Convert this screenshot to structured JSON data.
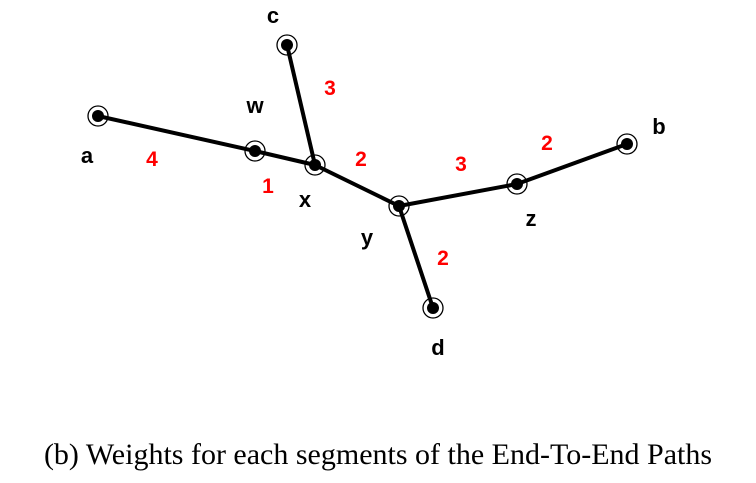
{
  "graph": {
    "nodes": [
      {
        "id": "a",
        "label": "a"
      },
      {
        "id": "w",
        "label": "w"
      },
      {
        "id": "x",
        "label": "x"
      },
      {
        "id": "c",
        "label": "c"
      },
      {
        "id": "y",
        "label": "y"
      },
      {
        "id": "z",
        "label": "z"
      },
      {
        "id": "b",
        "label": "b"
      },
      {
        "id": "d",
        "label": "d"
      }
    ],
    "edges": [
      {
        "from": "a",
        "to": "w",
        "weight": "4"
      },
      {
        "from": "w",
        "to": "x",
        "weight": "1"
      },
      {
        "from": "c",
        "to": "x",
        "weight": "3"
      },
      {
        "from": "x",
        "to": "y",
        "weight": "2"
      },
      {
        "from": "y",
        "to": "z",
        "weight": "3"
      },
      {
        "from": "z",
        "to": "b",
        "weight": "2"
      },
      {
        "from": "y",
        "to": "d",
        "weight": "2"
      }
    ],
    "weight_color": "#ff0000"
  },
  "caption": "(b)  Weights for each segments of the End-To-End Paths"
}
